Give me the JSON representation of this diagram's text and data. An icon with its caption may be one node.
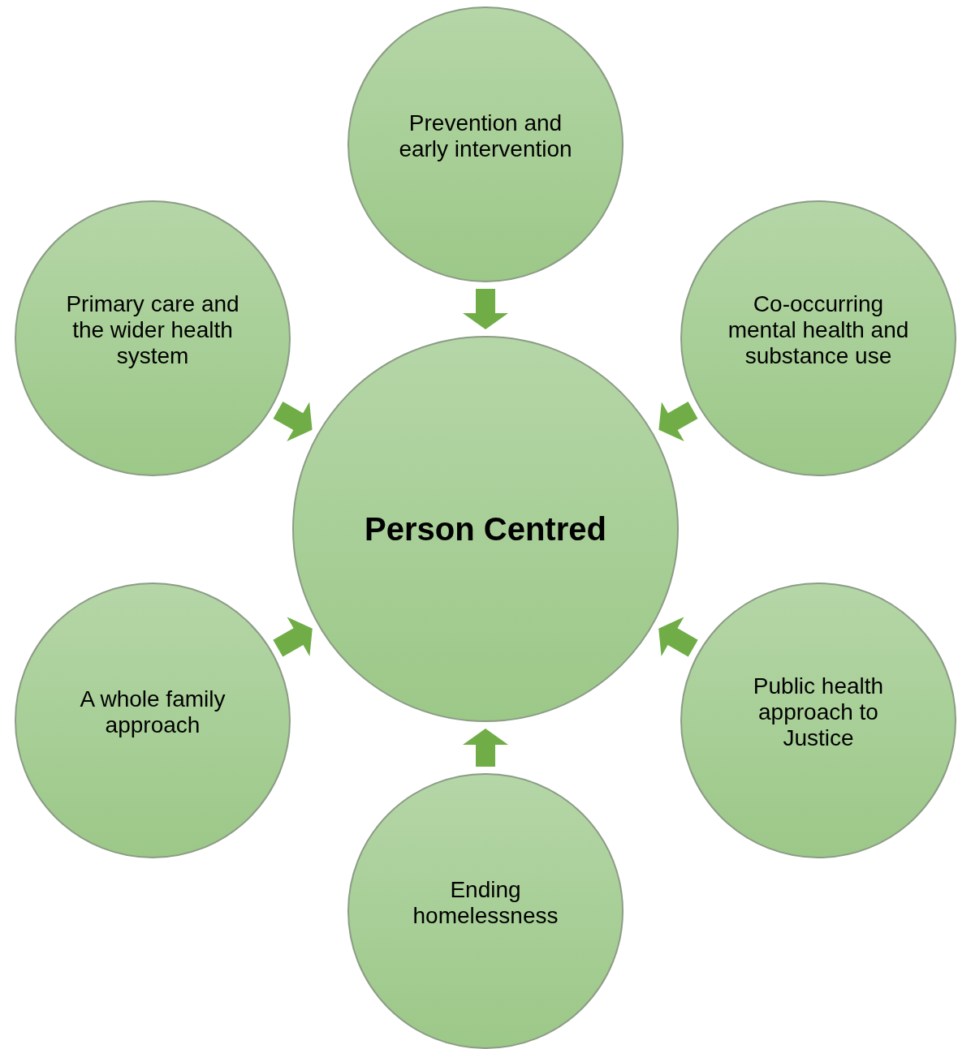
{
  "diagram": {
    "nodes": [
      {
        "text": [
          "Person Centred"
        ]
      },
      {
        "text": [
          "Prevention and early intervention"
        ]
      },
      {
        "text": [
          "Co-occurring mental health and substance use"
        ]
      },
      {
        "text": [
          "Public health approach to Justice"
        ]
      },
      {
        "text": [
          "Ending homelessness"
        ]
      },
      {
        "text": [
          "A whole family approach"
        ]
      },
      {
        "text": [
          "Primary care and the wider health system"
        ]
      }
    ],
    "edges": [
      {
        "from": 1,
        "to": 0,
        "arrow": "to"
      },
      {
        "from": 2,
        "to": 0,
        "arrow": "to"
      },
      {
        "from": 3,
        "to": 0,
        "arrow": "to"
      },
      {
        "from": 4,
        "to": 0,
        "arrow": "to"
      },
      {
        "from": 5,
        "to": 0,
        "arrow": "to"
      },
      {
        "from": 6,
        "to": 0,
        "arrow": "to"
      }
    ]
  }
}
